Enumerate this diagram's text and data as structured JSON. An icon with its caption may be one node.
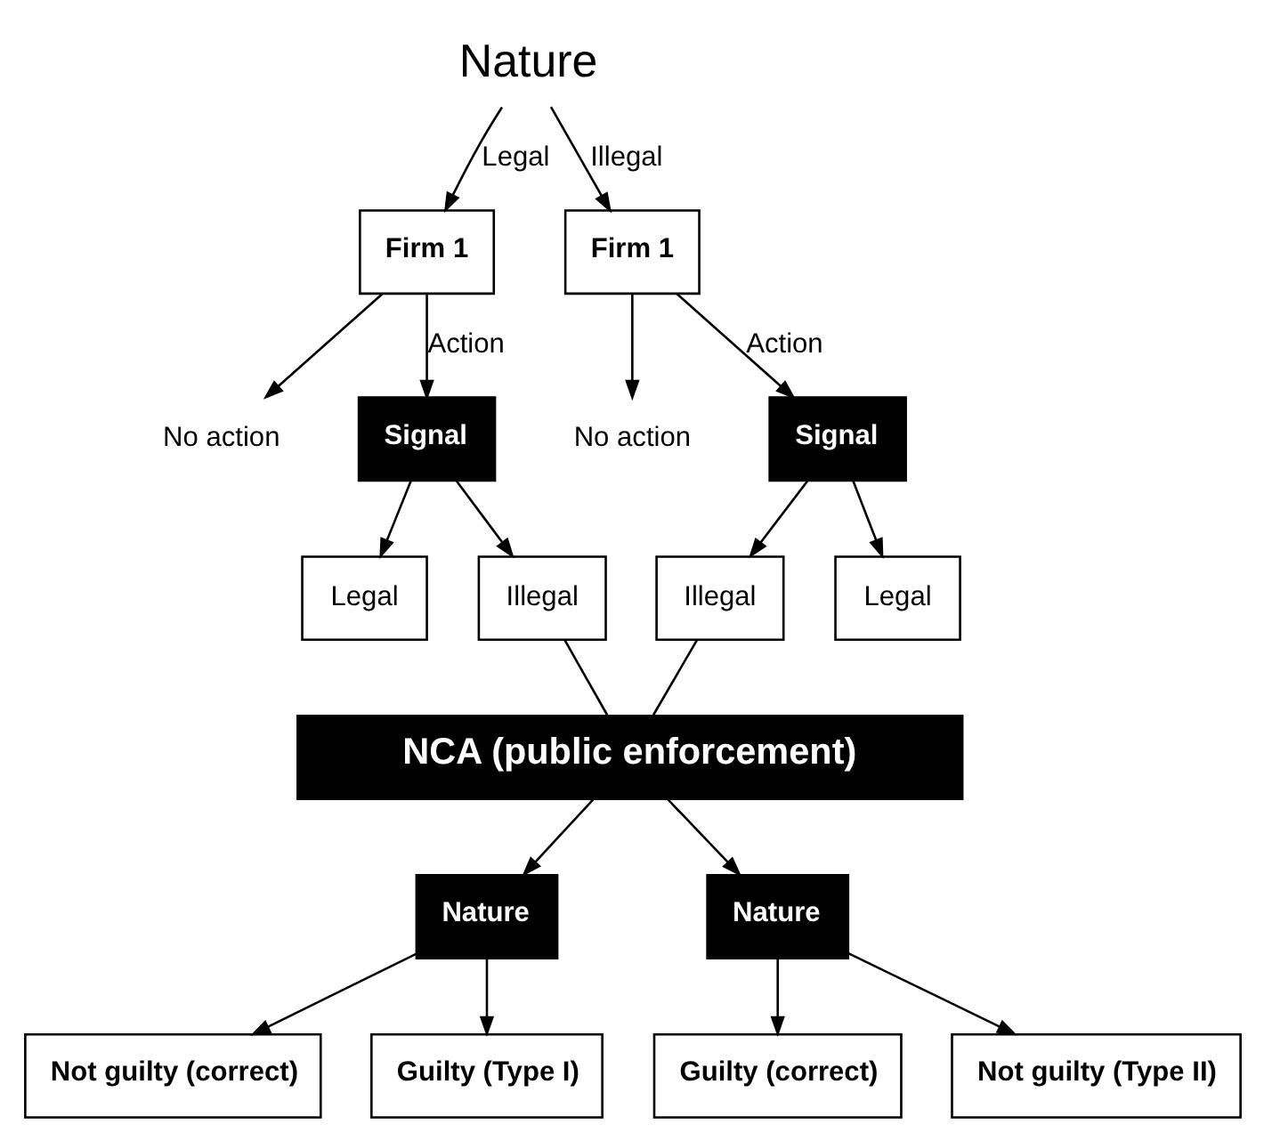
{
  "diagram": {
    "nodes": [
      {
        "text": [
          "Nature"
        ]
      },
      {
        "text": [
          "Firm 1"
        ]
      },
      {
        "text": [
          "Firm 1"
        ]
      },
      {
        "text": [
          "No action"
        ]
      },
      {
        "text": [
          "No action"
        ]
      },
      {
        "text": [
          "Signal"
        ]
      },
      {
        "text": [
          "Signal"
        ]
      },
      {
        "text": [
          "Legal"
        ]
      },
      {
        "text": [
          "Illegal"
        ]
      },
      {
        "text": [
          "Illegal"
        ]
      },
      {
        "text": [
          "Legal"
        ]
      },
      {
        "text": [
          "NCA (public enforcement)"
        ]
      },
      {
        "text": [
          "Nature"
        ]
      },
      {
        "text": [
          "Nature"
        ]
      },
      {
        "text": [
          "Not guilty (correct)"
        ]
      },
      {
        "text": [
          "Guilty (Type I)"
        ]
      },
      {
        "text": [
          "Guilty (correct)"
        ]
      },
      {
        "text": [
          "Not guilty (Type II)"
        ]
      }
    ],
    "edges": [
      {
        "from": 0,
        "to": 1,
        "arrow": "to",
        "label": "Legal"
      },
      {
        "from": 0,
        "to": 2,
        "arrow": "to",
        "label": "Illegal"
      },
      {
        "from": 1,
        "to": 5,
        "arrow": "to",
        "label": "Action"
      },
      {
        "from": 1,
        "to": 3,
        "arrow": "to"
      },
      {
        "from": 2,
        "to": 4,
        "arrow": "to"
      },
      {
        "from": 2,
        "to": 6,
        "arrow": "to",
        "label": "Action"
      },
      {
        "from": 5,
        "to": 7,
        "arrow": "to"
      },
      {
        "from": 5,
        "to": 8,
        "arrow": "to"
      },
      {
        "from": 6,
        "to": 9,
        "arrow": "to"
      },
      {
        "from": 6,
        "to": 10,
        "arrow": "to"
      },
      {
        "from": 8,
        "to": 11,
        "arrow": "none"
      },
      {
        "from": 9,
        "to": 11,
        "arrow": "none"
      },
      {
        "from": 11,
        "to": 12,
        "arrow": "to"
      },
      {
        "from": 11,
        "to": 13,
        "arrow": "to"
      },
      {
        "from": 12,
        "to": 14,
        "arrow": "to"
      },
      {
        "from": 12,
        "to": 15,
        "arrow": "to"
      },
      {
        "from": 13,
        "to": 16,
        "arrow": "to"
      },
      {
        "from": 13,
        "to": 17,
        "arrow": "to"
      }
    ]
  }
}
